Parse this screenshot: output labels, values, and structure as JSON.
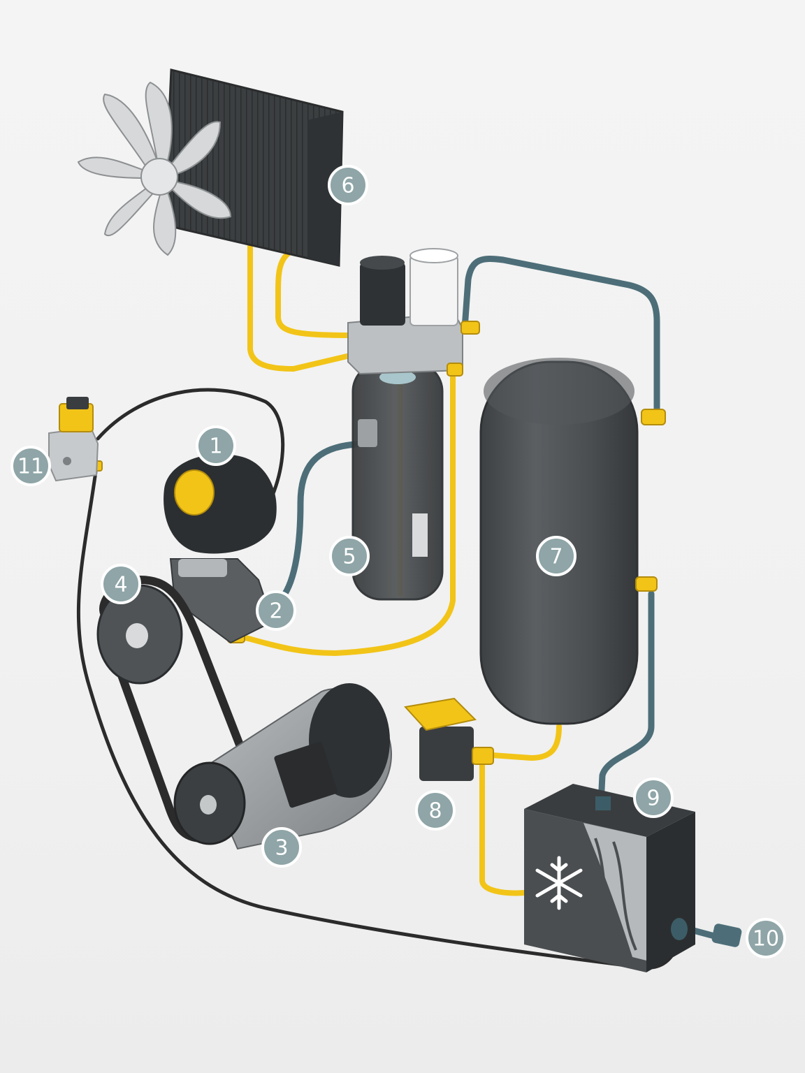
{
  "colors": {
    "background": "#f2f2f2",
    "oil_line": "#f2c417",
    "air_line": "#4d6e78",
    "electric_line": "#2b2b2b",
    "component_dark": "#4a4d4f",
    "callout": "#8fa5a7"
  },
  "callouts": [
    {
      "label": "1"
    },
    {
      "label": "2"
    },
    {
      "label": "3"
    },
    {
      "label": "4"
    },
    {
      "label": "5"
    },
    {
      "label": "6"
    },
    {
      "label": "7"
    },
    {
      "label": "8"
    },
    {
      "label": "9"
    },
    {
      "label": "10"
    },
    {
      "label": "11"
    }
  ],
  "icons": {
    "dryer_symbol": "snowflake-icon"
  }
}
